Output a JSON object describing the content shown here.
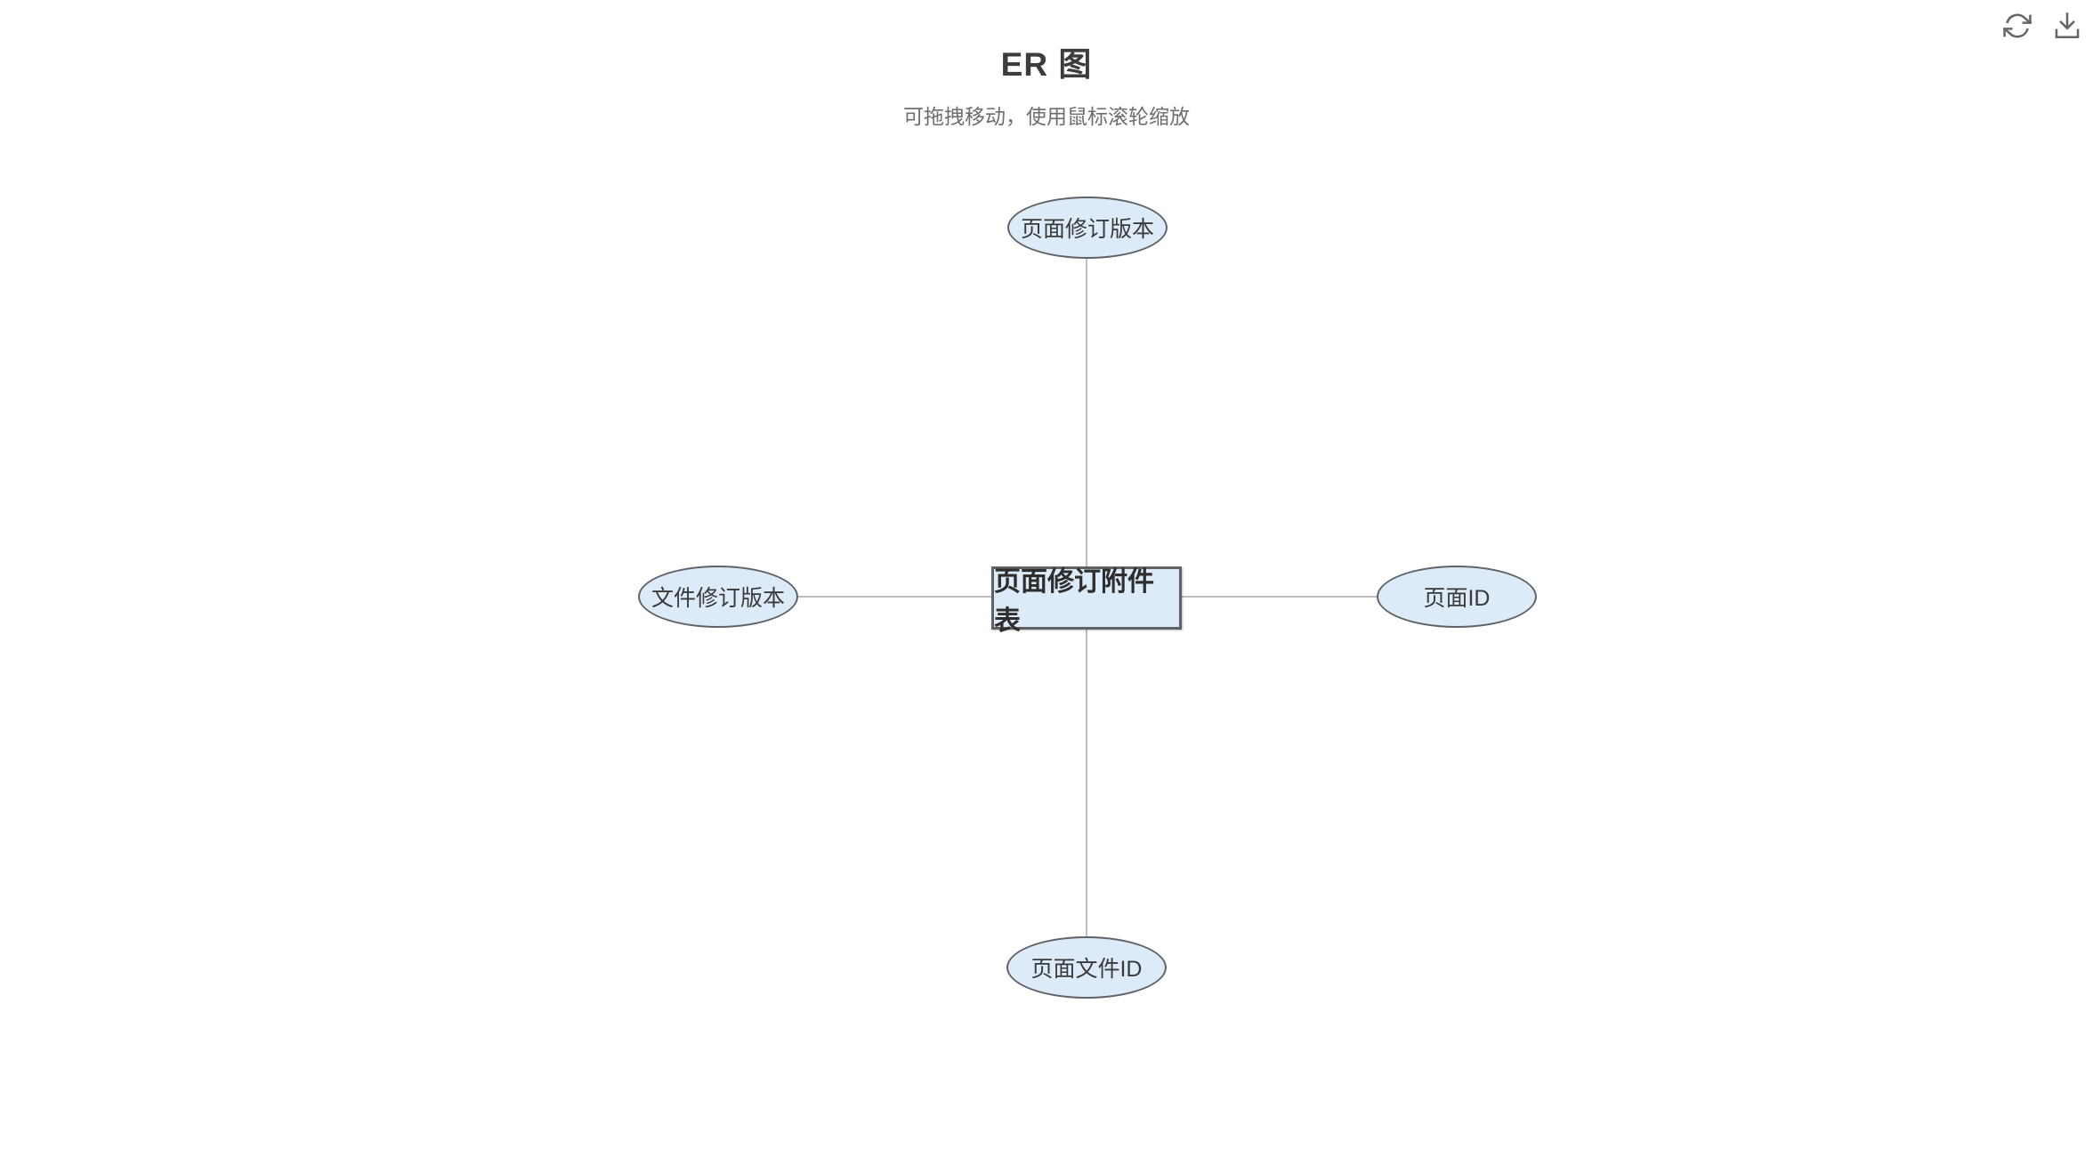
{
  "header": {
    "title": "ER 图",
    "subtitle": "可拖拽移动，使用鼠标滚轮缩放"
  },
  "toolbar": {
    "icons": [
      {
        "name": "refresh-icon"
      },
      {
        "name": "download-icon"
      }
    ]
  },
  "diagram": {
    "entity": {
      "label": "页面修订附件表"
    },
    "attributes": [
      {
        "id": "top",
        "label": "页面修订版本"
      },
      {
        "id": "left",
        "label": "文件修订版本"
      },
      {
        "id": "right",
        "label": "页面ID"
      },
      {
        "id": "bottom",
        "label": "页面文件ID"
      }
    ]
  },
  "colors": {
    "node-fill": "#ddeaf8",
    "node-border": "#5f6368",
    "connector": "#bdbdbd",
    "title-color": "#3c3c3c",
    "subtitle-color": "#6e6e6e",
    "icon-color": "#666666"
  }
}
